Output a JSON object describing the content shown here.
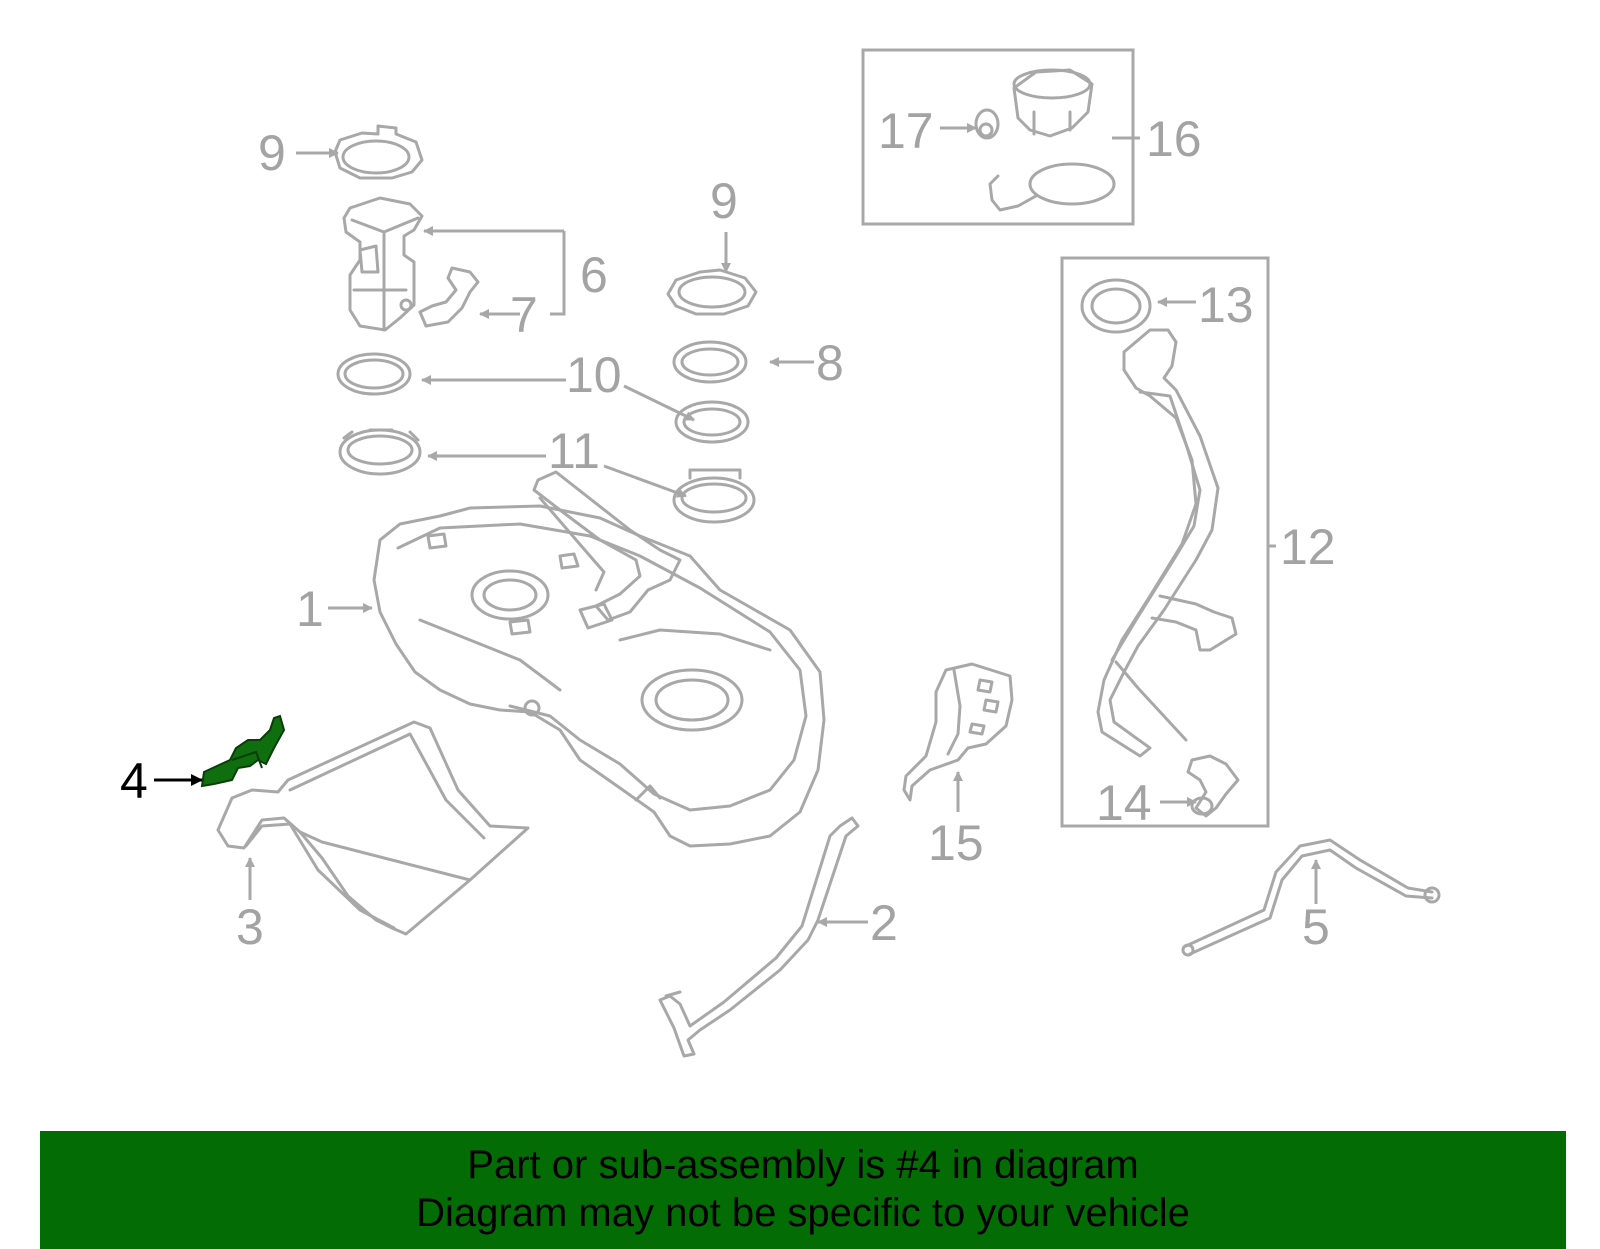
{
  "diagram": {
    "highlighted_part": "4",
    "colors": {
      "line": "#a8a8a8",
      "label": "#a3a3a3",
      "highlight_fill": "#0f6f0f",
      "highlight_label": "#000000",
      "banner": "#046c04"
    },
    "callouts": {
      "c1": "1",
      "c2": "2",
      "c3": "3",
      "c4": "4",
      "c5": "5",
      "c6": "6",
      "c7": "7",
      "c8": "8",
      "c9a": "9",
      "c9b": "9",
      "c10": "10",
      "c11": "11",
      "c12": "12",
      "c13": "13",
      "c14": "14",
      "c15": "15",
      "c16": "16",
      "c17": "17"
    }
  },
  "banner": {
    "line1": "Part or sub-assembly is #4 in diagram",
    "line2": "Diagram may not be specific to your vehicle"
  }
}
